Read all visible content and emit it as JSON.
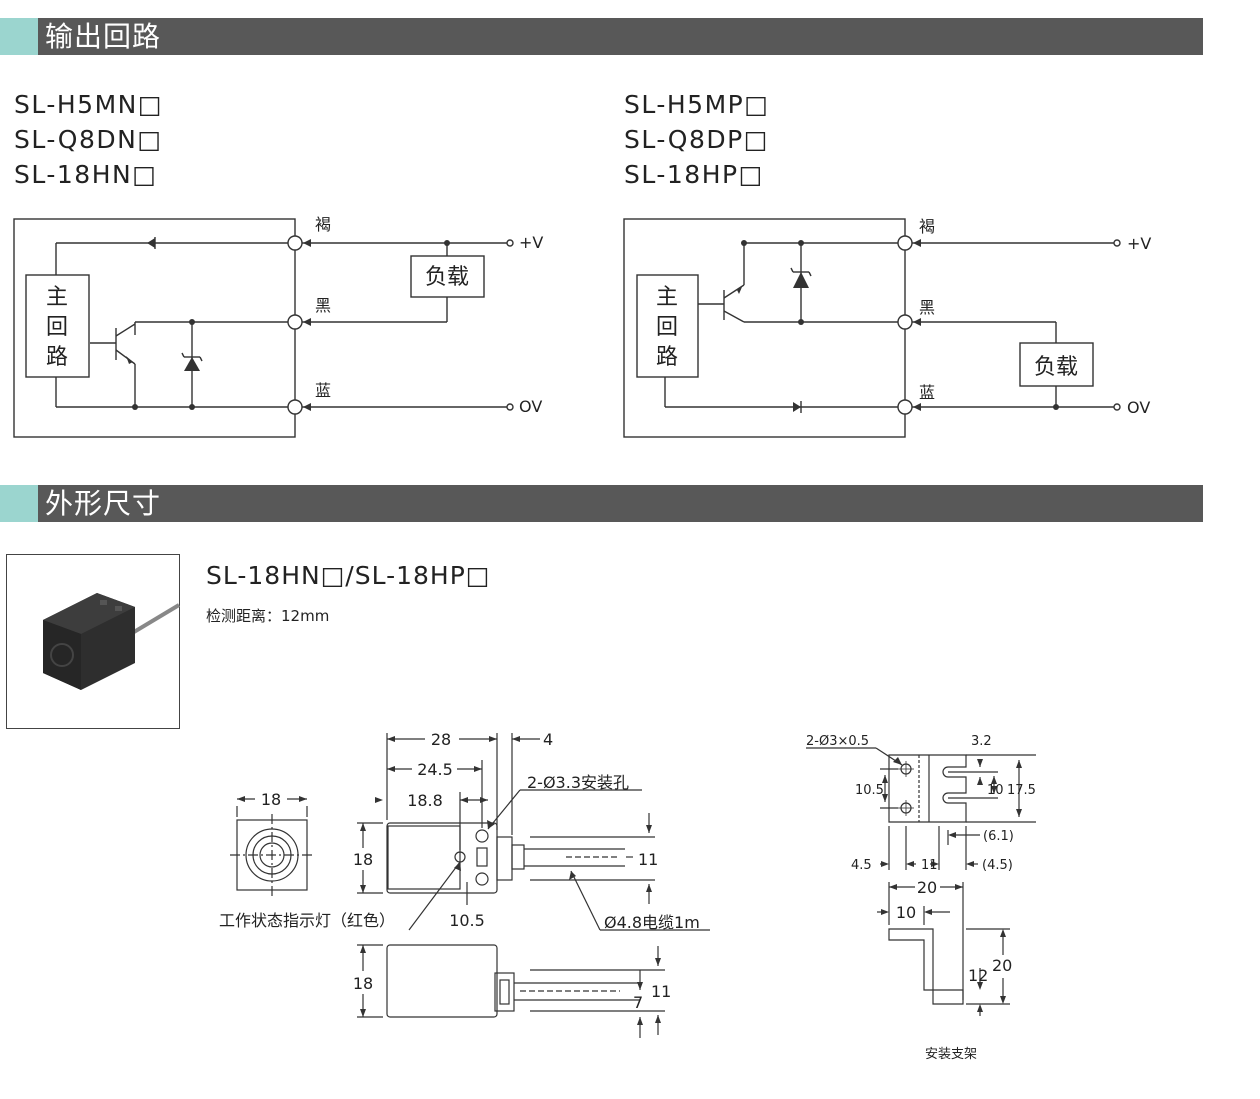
{
  "sections": {
    "output_circuit": "输出回路",
    "dimensions": "外形尺寸"
  },
  "npn": {
    "models": [
      "SL-H5MN□",
      "SL-Q8DN□",
      "SL-18HN□"
    ],
    "circuit_labels": {
      "main": [
        "主",
        "回",
        "路"
      ],
      "load": "负载",
      "brown": "褐",
      "black": "黑",
      "blue": "蓝",
      "plus_v": "+V",
      "zero_v": "OV"
    }
  },
  "pnp": {
    "models": [
      "SL-H5MP□",
      "SL-Q8DP□",
      "SL-18HP□"
    ],
    "circuit_labels": {
      "main": [
        "主",
        "回",
        "路"
      ],
      "load": "负载",
      "brown": "褐",
      "black": "黑",
      "blue": "蓝",
      "plus_v": "+V",
      "zero_v": "OV"
    }
  },
  "product": {
    "title": "SL-18HN□/SL-18HP□",
    "detect_distance": "检测距离：12mm"
  },
  "drawing": {
    "front_width": "18",
    "front_height": "18",
    "len_28": "28",
    "len_24_5": "24.5",
    "len_18_8": "18.8",
    "len_4": "4",
    "len_10_5": "10.5",
    "dim_11": "11",
    "dim_7": "7",
    "mount_holes": "2-Ø3.3安装孔",
    "cable": "Ø4.8电缆1m",
    "indicator": "工作状态指示灯（红色）"
  },
  "bracket": {
    "holes": "2-Ø3×0.5",
    "d_3_2": "3.2",
    "d_10_5": "10.5",
    "d_10": "10",
    "d_17_5": "17.5",
    "d_6_1": "(6.1)",
    "d_4_5a": "4.5",
    "d_11": "11",
    "d_4_5b": "(4.5)",
    "d_20w": "20",
    "d_10w": "10",
    "d_12": "12",
    "d_20h": "20",
    "caption": "安装支架"
  }
}
